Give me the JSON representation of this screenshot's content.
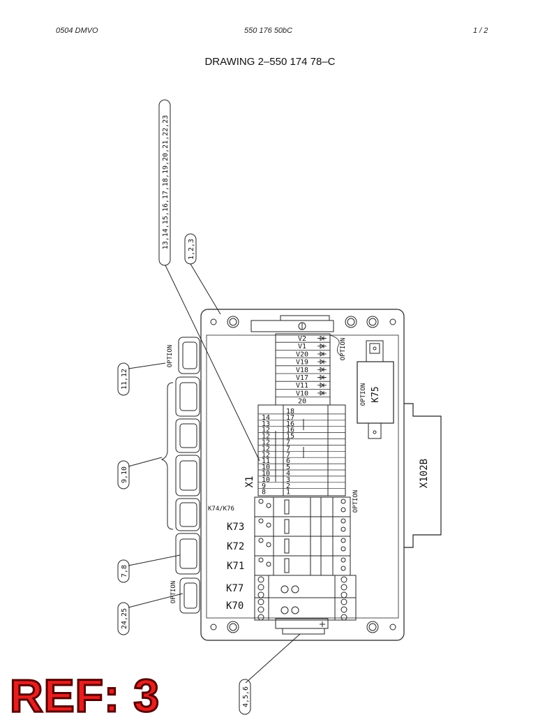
{
  "header": {
    "left": "0504 DMVO",
    "center": "550 176 50bC",
    "right": "1 /  2"
  },
  "title": "DRAWING 2–550 174 78–C",
  "callouts": {
    "c1": "13,14,15,16,17,18,19,20,21,22,23",
    "c2": "1,2,3",
    "c3": "11,12",
    "c4": "9,10",
    "c5": "7,8",
    "c6": "24,25",
    "c7": "4,5,6"
  },
  "labels": {
    "option": "OPTION",
    "x1": "X1",
    "x102b": "X102B",
    "k75": "K75",
    "k74k76": "K74/K76",
    "k73": "K73",
    "k72": "K72",
    "k71": "K71",
    "k77": "K77",
    "k70": "K70"
  },
  "diode_rows": [
    "V2",
    "V1",
    "V20",
    "V19",
    "V18",
    "V17",
    "V11",
    "V10",
    "20"
  ],
  "terminal_rows": [
    {
      "left": "",
      "right": "18"
    },
    {
      "left": "14",
      "right": "17"
    },
    {
      "left": "13",
      "right": "16"
    },
    {
      "left": "12",
      "right": "16"
    },
    {
      "left": "12",
      "right": "15"
    },
    {
      "left": "12",
      "right": "7"
    },
    {
      "left": "12",
      "right": "7"
    },
    {
      "left": "12",
      "right": "7"
    },
    {
      "left": "11",
      "right": "6"
    },
    {
      "left": "10",
      "right": "5"
    },
    {
      "left": "10",
      "right": "4"
    },
    {
      "left": "10",
      "right": "3"
    },
    {
      "left": "9",
      "right": "2"
    },
    {
      "left": "8",
      "right": "1"
    }
  ],
  "ref_label": "REF: 3"
}
